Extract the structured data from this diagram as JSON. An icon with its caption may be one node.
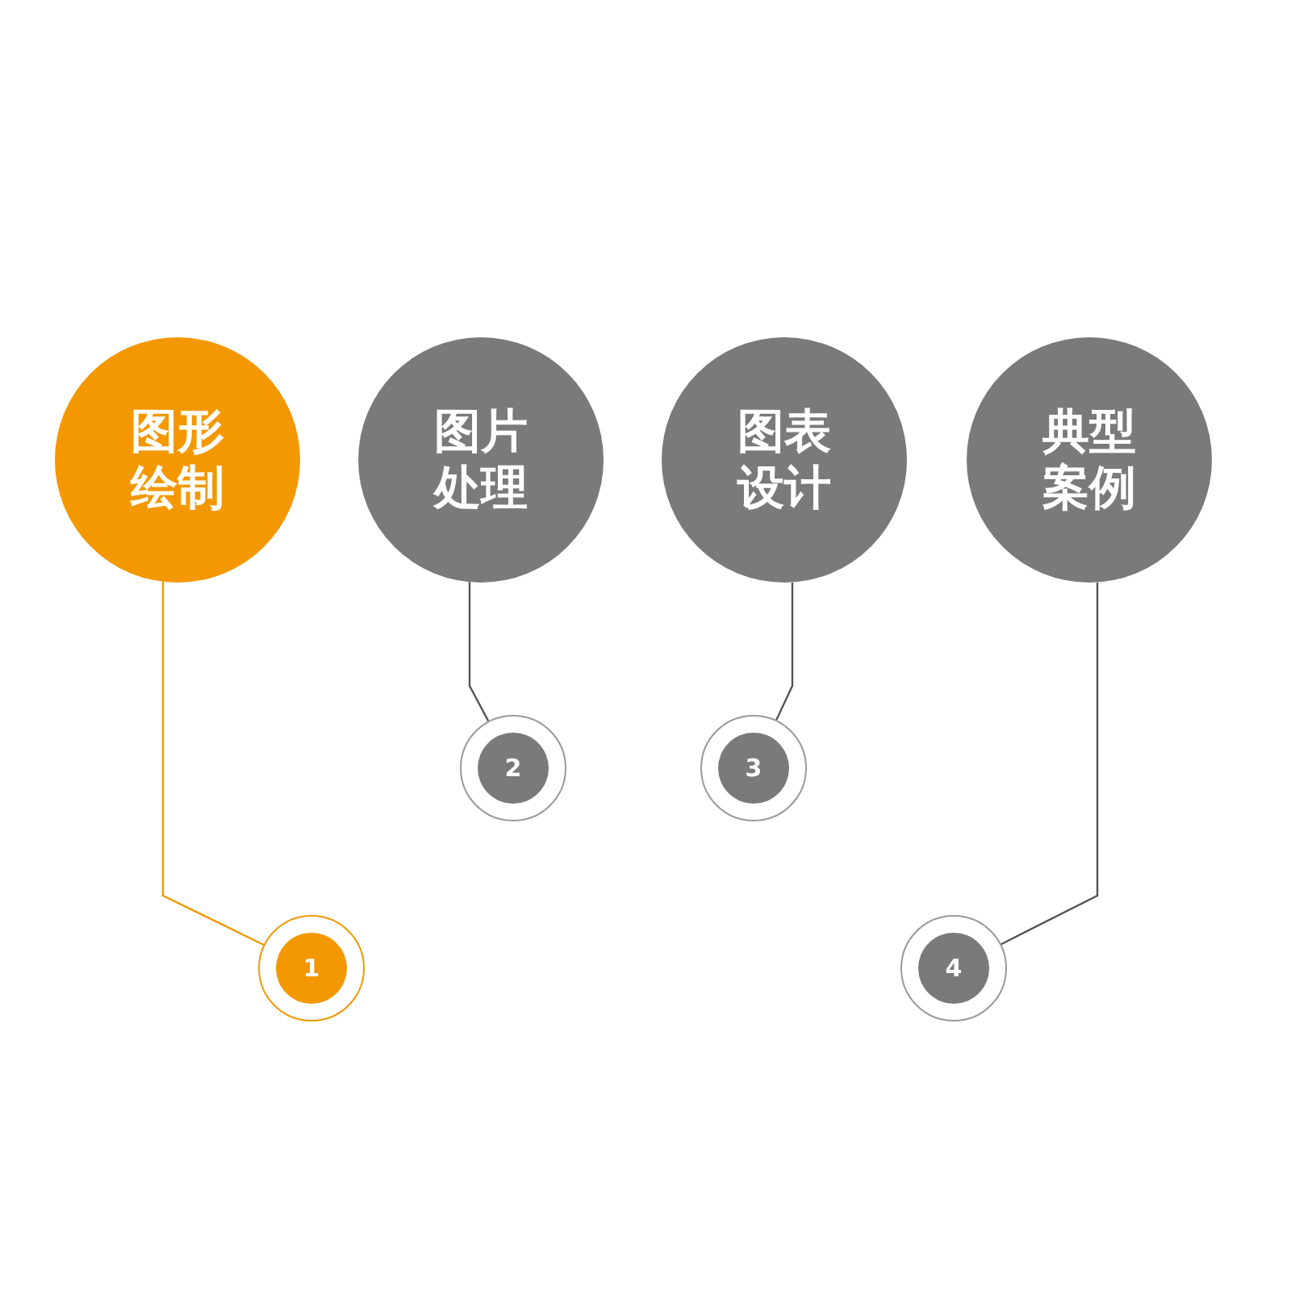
{
  "diagram": {
    "nodes": [
      {
        "text": [
          "图形绘制"
        ]
      },
      {
        "text": [
          "图片处理"
        ]
      },
      {
        "text": [
          "图表设计"
        ]
      },
      {
        "text": [
          "典型案例"
        ]
      },
      {
        "text": [
          "1"
        ]
      },
      {
        "text": [
          "2"
        ]
      },
      {
        "text": [
          "3"
        ]
      },
      {
        "text": [
          "4"
        ]
      }
    ],
    "edges": [
      {
        "from": 0,
        "to": 4,
        "arrow": "none",
        "color": "#f39800"
      },
      {
        "from": 1,
        "to": 5,
        "arrow": "none"
      },
      {
        "from": 2,
        "to": 6,
        "arrow": "none"
      },
      {
        "from": 3,
        "to": 7,
        "arrow": "none"
      }
    ]
  }
}
